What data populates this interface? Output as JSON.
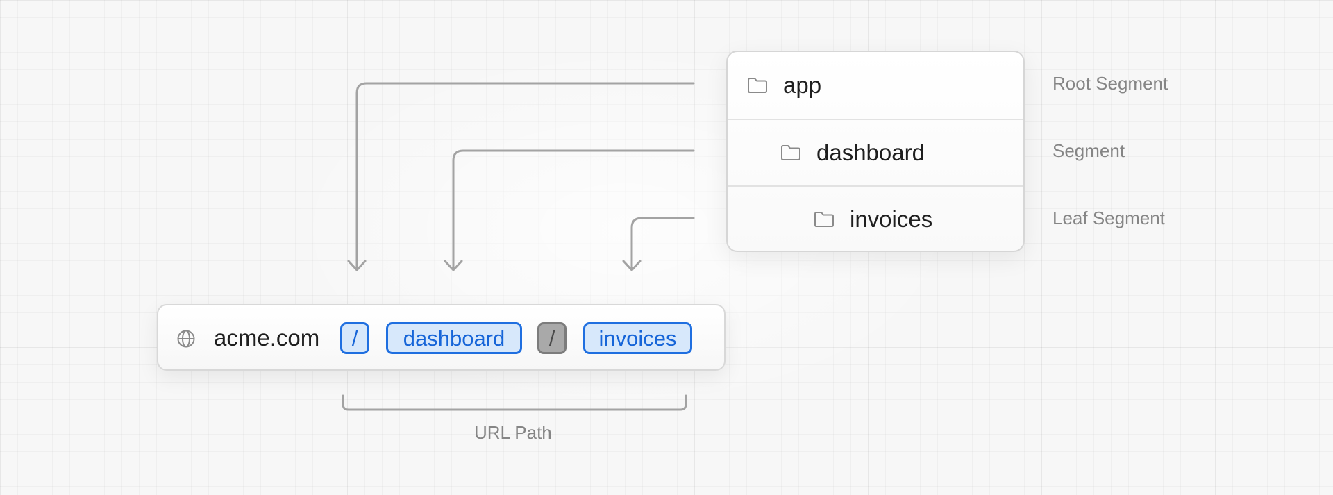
{
  "tree": {
    "items": [
      {
        "name": "app",
        "icon": "folder-icon",
        "segment_label": "Root Segment"
      },
      {
        "name": "dashboard",
        "icon": "folder-icon",
        "segment_label": "Segment"
      },
      {
        "name": "invoices",
        "icon": "folder-icon",
        "segment_label": "Leaf Segment"
      }
    ]
  },
  "url": {
    "icon": "globe-icon",
    "domain": "acme.com",
    "parts": [
      "/",
      "dashboard",
      "/",
      "invoices"
    ]
  },
  "url_path_label": "URL Path",
  "colors": {
    "accent": "#1f6fe0",
    "accent_fill": "#d7e8fb",
    "connector": "#a3a3a3",
    "label": "#858585"
  }
}
